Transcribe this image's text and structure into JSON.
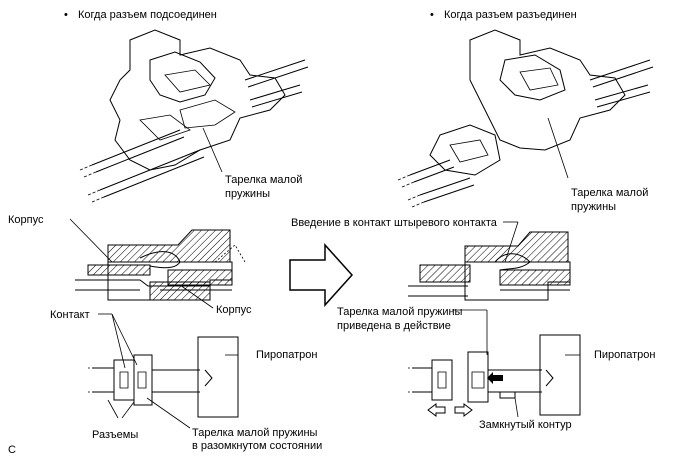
{
  "left": {
    "heading": "Когда разъем подсоединен",
    "spring_label_line1": "Тарелка малой",
    "spring_label_line2": "пружины",
    "housing_left": "Корпус",
    "housing_right": "Корпус",
    "contact": "Контакт",
    "squib": "Пиропатрон",
    "connectors": "Разъемы",
    "open_spring_line1": "Тарелка малой пружины",
    "open_spring_line2": "в разомкнутом состоянии"
  },
  "right": {
    "heading": "Когда разъем разъединен",
    "spring_label_line1": "Тарелка малой",
    "spring_label_line2": "пружины",
    "pin_insert": "Введение в контакт штыревого контакта",
    "activated_line1": "Тарелка малой пружины",
    "activated_line2": "приведена в действие",
    "squib": "Пиропатрон",
    "closed_circuit": "Замкнутый контур"
  },
  "corner_code": "C",
  "bullet_glyph": "•"
}
